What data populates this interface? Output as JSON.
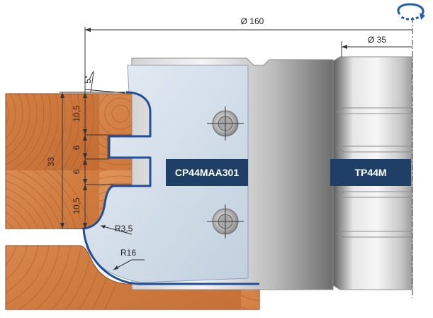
{
  "dimensions": {
    "diameter_outer": "Ø 160",
    "diameter_inner": "Ø 35",
    "angle": "5°",
    "height_total": "33",
    "seg_top": "10,5",
    "seg_groove_top": "6",
    "seg_groove_bottom": "6",
    "seg_bottom": "10,5",
    "radius_small": "R3,5",
    "radius_large": "R16"
  },
  "labels": {
    "knife_code": "CP44MAA301",
    "body_code": "TP44M"
  },
  "colors": {
    "profile_line": "#1f4e9c",
    "label_bg": "#1f3f66",
    "rotation_arrow": "#1f5fb3"
  },
  "icons": {
    "rotation": "rotation-arrow-icon"
  }
}
